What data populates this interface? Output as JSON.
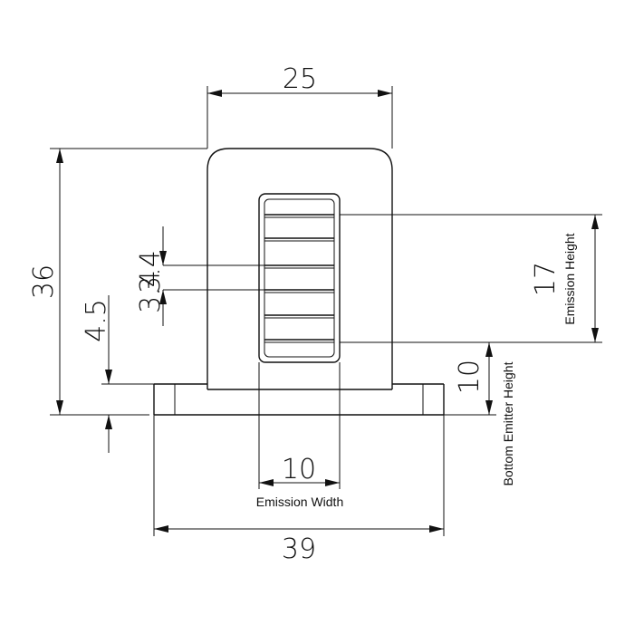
{
  "dimensions": {
    "top_width": "25",
    "total_height": "36",
    "offset_a": "4.5",
    "segment_1": "3.4",
    "segment_2": "3.4",
    "emission_height_value": "17",
    "bottom_emitter_value": "10",
    "emission_width_value": "10",
    "base_width": "39"
  },
  "labels": {
    "emission_height": "Emission Height",
    "bottom_emitter_height": "Bottom Emitter Height",
    "emission_width": "Emission Width"
  }
}
